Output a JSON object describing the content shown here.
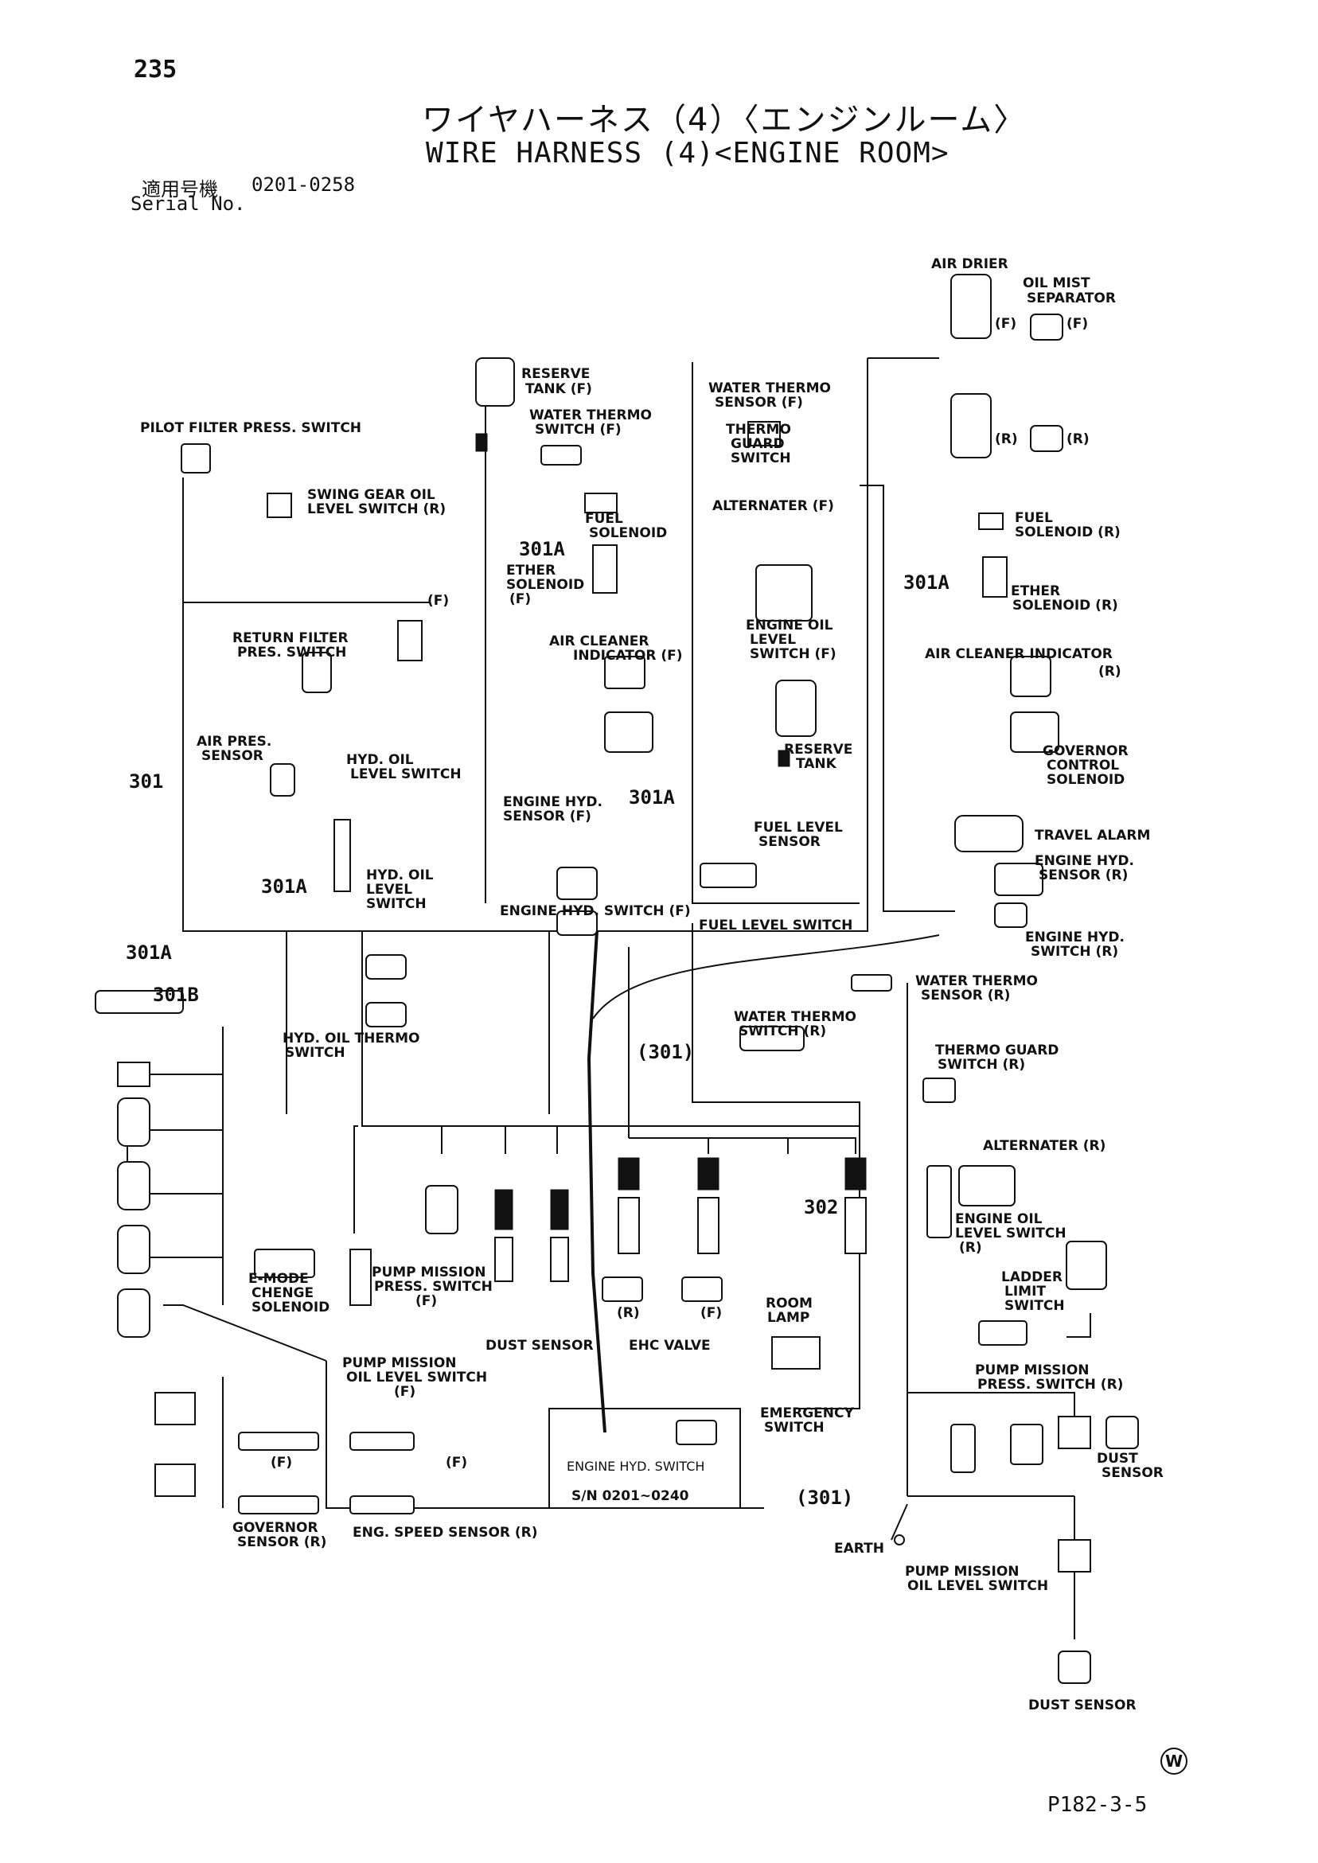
{
  "header": {
    "page_number": "235",
    "title_jp": "ワイヤハーネス（4）〈エンジンルーム〉",
    "title_en": "WIRE HARNESS (4)<ENGINE ROOM>",
    "serial_label_jp": "適用号機",
    "serial_value": "0201-0258",
    "serial_label_en": "Serial No."
  },
  "labels": {
    "air_drier": "AIR DRIER",
    "oil_mist_separator_1": "OIL MIST",
    "oil_mist_separator_2": "SEPARATOR",
    "f": "(F)",
    "r": "(R)",
    "reserve_tank_1": "RESERVE",
    "reserve_tank_2": "TANK (F)",
    "water_thermo_sensor_f_1": "WATER THERMO",
    "water_thermo_sensor_f_2": "SENSOR (F)",
    "pilot_filter_press_switch": "PILOT FILTER PRESS. SWITCH",
    "water_thermo_switch_f_1": "WATER THERMO",
    "water_thermo_switch_f_2": "SWITCH (F)",
    "thermo_guard_switch_1": "THERMO",
    "thermo_guard_switch_2": "GUARD",
    "thermo_guard_switch_3": "SWITCH",
    "swing_gear_oil_1": "SWING GEAR OIL",
    "swing_gear_oil_2": "LEVEL SWITCH (R)",
    "alternater_f": "ALTERNATER (F)",
    "fuel_solenoid_f_1": "FUEL",
    "fuel_solenoid_f_2": "SOLENOID",
    "fuel_solenoid_r_1": "FUEL",
    "fuel_solenoid_r_2": "SOLENOID (R)",
    "ether_solenoid_f_1": "ETHER",
    "ether_solenoid_f_2": "SOLENOID",
    "ether_solenoid_r_1": "ETHER",
    "ether_solenoid_r_2": "SOLENOID (R)",
    "engine_oil_level_f_1": "ENGINE OIL",
    "engine_oil_level_f_2": "LEVEL",
    "engine_oil_level_f_3": "SWITCH (F)",
    "return_filter_1": "RETURN FILTER",
    "return_filter_2": "PRES. SWITCH",
    "air_cleaner_f_1": "AIR CLEANER",
    "air_cleaner_f_2": "INDICATOR (F)",
    "air_cleaner_r": "AIR CLEANER INDICATOR",
    "air_pres_sensor_1": "AIR PRES.",
    "air_pres_sensor_2": "SENSOR",
    "hyd_oil_level_switch_1": "HYD. OIL",
    "hyd_oil_level_switch_2": "LEVEL SWITCH",
    "reserve_tank_r_1": "RESERVE",
    "reserve_tank_r_2": "TANK",
    "governor_control_1": "GOVERNOR",
    "governor_control_2": "CONTROL",
    "governor_control_3": "SOLENOID",
    "engine_hyd_sensor_f_1": "ENGINE HYD.",
    "engine_hyd_sensor_f_2": "SENSOR (F)",
    "fuel_level_sensor_1": "FUEL LEVEL",
    "fuel_level_sensor_2": "SENSOR",
    "travel_alarm": "TRAVEL ALARM",
    "engine_hyd_sensor_r_1": "ENGINE HYD.",
    "engine_hyd_sensor_r_2": "SENSOR (R)",
    "hyd_oil_level_switch_b_1": "HYD. OIL",
    "hyd_oil_level_switch_b_2": "LEVEL",
    "hyd_oil_level_switch_b_3": "SWITCH",
    "engine_hyd_switch_f": "ENGINE HYD. SWITCH (F)",
    "fuel_level_switch": "FUEL LEVEL SWITCH",
    "engine_hyd_switch_r_1": "ENGINE HYD.",
    "engine_hyd_switch_r_2": "SWITCH (R)",
    "water_thermo_sensor_r_1": "WATER THERMO",
    "water_thermo_sensor_r_2": "SENSOR (R)",
    "hyd_oil_thermo_switch_1": "HYD. OIL THERMO",
    "hyd_oil_thermo_switch_2": "SWITCH",
    "water_thermo_switch_r_1": "WATER THERMO",
    "water_thermo_switch_r_2": "SWITCH (R)",
    "thermo_guard_switch_r_1": "THERMO GUARD",
    "thermo_guard_switch_r_2": "SWITCH (R)",
    "alternater_r": "ALTERNATER (R)",
    "engine_oil_level_r_1": "ENGINE OIL",
    "engine_oil_level_r_2": "LEVEL SWITCH",
    "engine_oil_level_r_3": "(R)",
    "e_mode_1": "E-MODE",
    "e_mode_2": "CHENGE",
    "e_mode_3": "SOLENOID",
    "pump_mission_press_f_1": "PUMP MISSION",
    "pump_mission_press_f_2": "PRESS. SWITCH",
    "pump_mission_press_f_3": "(F)",
    "room_lamp_1": "ROOM",
    "room_lamp_2": "LAMP",
    "ladder_limit_1": "LADDER",
    "ladder_limit_2": "LIMIT",
    "ladder_limit_3": "SWITCH",
    "dust_sensor": "DUST SENSOR",
    "ehc_valve": "EHC VALVE",
    "pump_mission_oil_f_1": "PUMP MISSION",
    "pump_mission_oil_f_2": "OIL LEVEL SWITCH",
    "pump_mission_oil_f_3": "(F)",
    "pump_mission_press_r_1": "PUMP MISSION",
    "pump_mission_press_r_2": "PRESS.  SWITCH (R)",
    "emergency_switch_1": "EMERGENCY",
    "emergency_switch_2": "SWITCH",
    "dust_sensor_r_1": "DUST",
    "dust_sensor_r_2": "SENSOR",
    "engine_hyd_switch_box": "ENGINE HYD. SWITCH",
    "sn_box": "S/N 0201∼0240",
    "governor_sensor_r_1": "GOVERNOR",
    "governor_sensor_r_2": "SENSOR (R)",
    "eng_speed_sensor_r": "ENG. SPEED SENSOR (R)",
    "earth": "EARTH",
    "pump_mission_oil_r_1": "PUMP MISSION",
    "pump_mission_oil_r_2": "OIL LEVEL SWITCH",
    "dust_sensor_bottom": "DUST SENSOR"
  },
  "refs": {
    "r301": "301",
    "r301a": "301A",
    "r301b": "301B",
    "r301p": "(301)",
    "r302": "302"
  },
  "footer": {
    "code": "P182-3-5",
    "mark": "W"
  }
}
